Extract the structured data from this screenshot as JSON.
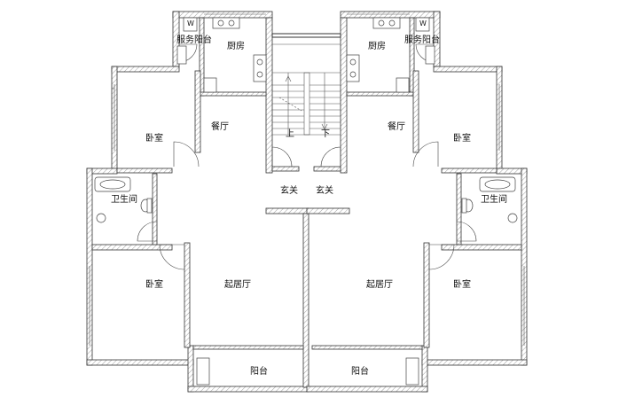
{
  "rooms": {
    "left": {
      "service_balcony": "服务阳台",
      "kitchen": "厨房",
      "dining": "餐厅",
      "bedroom_upper": "卧室",
      "bathroom": "卫生间",
      "bedroom_lower": "卧室",
      "living": "起居厅",
      "entry": "玄关",
      "balcony": "阳台"
    },
    "right": {
      "service_balcony": "服务阳台",
      "kitchen": "厨房",
      "dining": "餐厅",
      "bedroom_upper": "卧室",
      "bathroom": "卫生间",
      "bedroom_lower": "卧室",
      "living": "起居厅",
      "entry": "玄关",
      "balcony": "阳台"
    }
  },
  "stair": {
    "up": "上",
    "down": "下"
  },
  "fixtures": {
    "washer_left": "W",
    "washer_right": "W"
  }
}
